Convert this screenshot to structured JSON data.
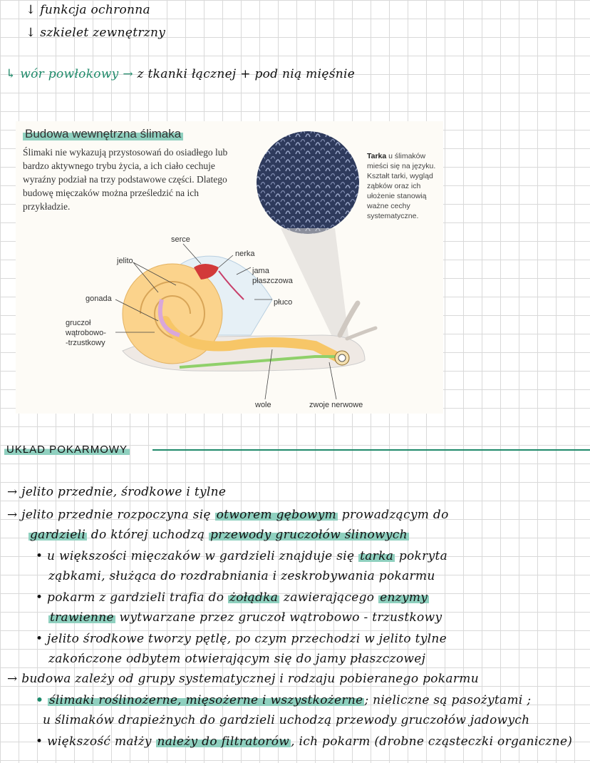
{
  "top_notes": {
    "line1": "↓ funkcja ochronna",
    "line2": "↓ szkielet zewnętrzny",
    "line3_prefix": "↳",
    "line3_green": "wór powłokowy",
    "line3_arrow": "→",
    "line3_rest": "z tkanki łącznej + pod nią mięśnie"
  },
  "figure": {
    "title": "Budowa wewnętrzna ślimaka",
    "intro": "Ślimaki nie wykazują przystosowań do osiadłego lub bardzo aktywnego trybu życia, a ich ciało cechuje wyraźny podział na trzy podstawowe części. Dlatego budowę mięczaków można prześledzić na ich przykładzie.",
    "tarka_bold": "Tarka",
    "tarka_text": " u ślimaków mieści się na języku. Kształt tarki, wygląd ząbków oraz ich ułożenie stanowią ważne cechy systematyczne.",
    "labels": {
      "serce": "serce",
      "jelito": "jelito",
      "nerka": "nerka",
      "jama": "jama",
      "plaszczowa": "płaszczowa",
      "pluco": "płuco",
      "gonada": "gonada",
      "gruczol1": "gruczoł",
      "gruczol2": "wątrobowo-",
      "gruczol3": "-trzustkowy",
      "wole": "wole",
      "zwoje": "zwoje nerwowe"
    },
    "colors": {
      "shell": "#fbd38c",
      "body": "#efe9e4",
      "gut": "#f7c667",
      "nerve": "#8fd06a",
      "gonad": "#d9a7d9",
      "heart": "#d23a3a"
    }
  },
  "section": {
    "title": "UKŁAD POKARMOWY"
  },
  "notes": {
    "l1": "→ jelito przednie, środkowe i tylne",
    "l2a": "→ jelito przednie rozpoczyna się",
    "l2b": "otworem gębowym",
    "l2c": "prowadzącym do",
    "l3a": "gardzieli",
    "l3b": "do której uchodzą",
    "l3c": "przewody gruczołów ślinowych",
    "l4a": "• u większości mięczaków w gardzieli znajduje się",
    "l4b": "tarka",
    "l4c": "pokryta",
    "l5": "ząbkami, służąca do rozdrabniania i zeskrobywania pokarmu",
    "l6a": "• pokarm z gardzieli trafia do",
    "l6b": "żołądka",
    "l6c": "zawierającego",
    "l6d": "enzymy",
    "l7a": "trawienne",
    "l7b": "wytwarzane przez gruczoł wątrobowo - trzustkowy",
    "l8": "• jelito środkowe tworzy pętlę, po czym przechodzi w jelito tylne",
    "l9": "zakończone odbytem otwierającym się do jamy płaszczowej",
    "l10": "→ budowa zależy od grupy systematycznej i rodzaju pobieranego pokarmu",
    "l11a": "•",
    "l11b": "ślimaki roślinożerne, mięsożerne i wszystkożerne",
    "l11c": "; nieliczne są pasożytami ;",
    "l12": "u ślimaków drapieżnych do gardzieli uchodzą przewody gruczołów jadowych",
    "l13a": "• większość małży",
    "l13b": "należy do filtratorów",
    "l13c": ", ich pokarm (drobne cząsteczki organiczne)"
  }
}
